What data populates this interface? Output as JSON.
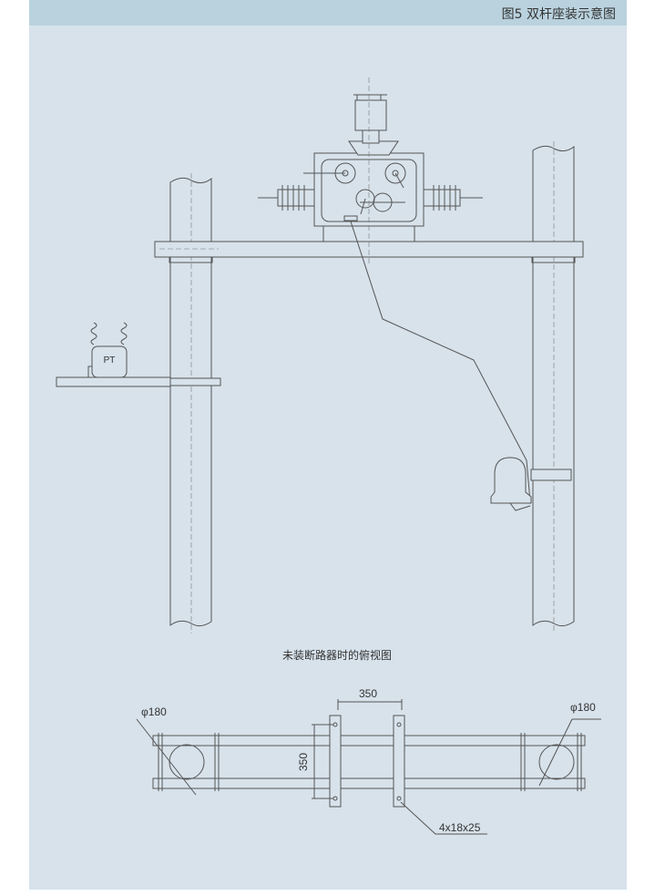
{
  "header": {
    "title": "图5 双杆座装示意图"
  },
  "front_view": {
    "pt_label": "PT"
  },
  "top_view": {
    "caption": "未装断路器时的俯视图",
    "dim_horizontal": "350",
    "dim_vertical": "350",
    "pole_diameter_left": "φ180",
    "pole_diameter_right": "φ180",
    "hole_spec": "4x18x25"
  }
}
